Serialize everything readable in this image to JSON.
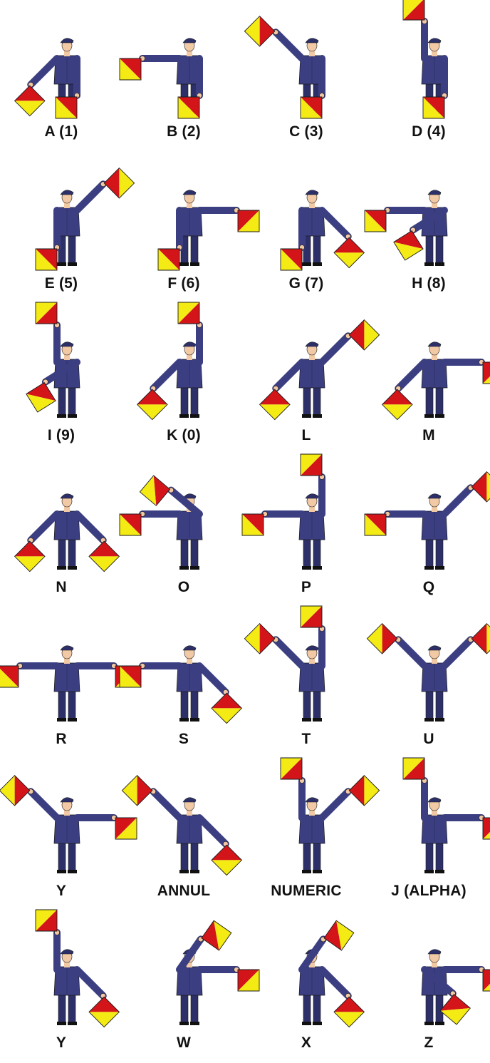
{
  "colors": {
    "uniform": "#3b3f82",
    "uniform_shade": "#2d3068",
    "skin": "#f2c9a5",
    "flag_yellow": "#f4ea14",
    "flag_red": "#d3151a",
    "outline": "#1a1a1a",
    "label": "#111111"
  },
  "icon": "semaphore-signaller",
  "signals": [
    {
      "label": "A (1)",
      "left": "low-left",
      "right": "down"
    },
    {
      "label": "B (2)",
      "left": "out-left",
      "right": "down"
    },
    {
      "label": "C (3)",
      "left": "high-left",
      "right": "down"
    },
    {
      "label": "D (4)",
      "left": "up",
      "right": "down"
    },
    {
      "label": "E (5)",
      "left": "down",
      "right": "high-right"
    },
    {
      "label": "F (6)",
      "left": "down",
      "right": "out-right"
    },
    {
      "label": "G (7)",
      "left": "down",
      "right": "low-right"
    },
    {
      "label": "H (8)",
      "left": "out-left",
      "right": "cross-low-left"
    },
    {
      "label": "I (9)",
      "left": "up",
      "right": "cross-low-left"
    },
    {
      "label": "K (0)",
      "left": "low-left",
      "right": "up"
    },
    {
      "label": "L",
      "left": "low-left",
      "right": "high-right"
    },
    {
      "label": "M",
      "left": "low-left",
      "right": "out-right"
    },
    {
      "label": "N",
      "left": "low-left",
      "right": "low-right"
    },
    {
      "label": "O",
      "left": "out-left",
      "right": "cross-high-left"
    },
    {
      "label": "P",
      "left": "out-left",
      "right": "up"
    },
    {
      "label": "Q",
      "left": "out-left",
      "right": "high-right"
    },
    {
      "label": "R",
      "left": "out-left",
      "right": "out-right"
    },
    {
      "label": "S",
      "left": "out-left",
      "right": "low-right"
    },
    {
      "label": "T",
      "left": "high-left",
      "right": "up"
    },
    {
      "label": "U",
      "left": "high-left",
      "right": "high-right"
    },
    {
      "label": "Y",
      "left": "high-left",
      "right": "out-right"
    },
    {
      "label": "ANNUL",
      "left": "high-left",
      "right": "low-right"
    },
    {
      "label": "NUMERIC",
      "left": "up",
      "right": "high-right"
    },
    {
      "label": "J (ALPHA)",
      "left": "up",
      "right": "out-right"
    },
    {
      "label": "Y",
      "left": "up",
      "right": "low-right"
    },
    {
      "label": "W",
      "left": "cross-high-right",
      "right": "out-right"
    },
    {
      "label": "X",
      "left": "cross-high-right",
      "right": "low-right"
    },
    {
      "label": "Z",
      "left": "cross-low-right",
      "right": "out-right"
    }
  ]
}
